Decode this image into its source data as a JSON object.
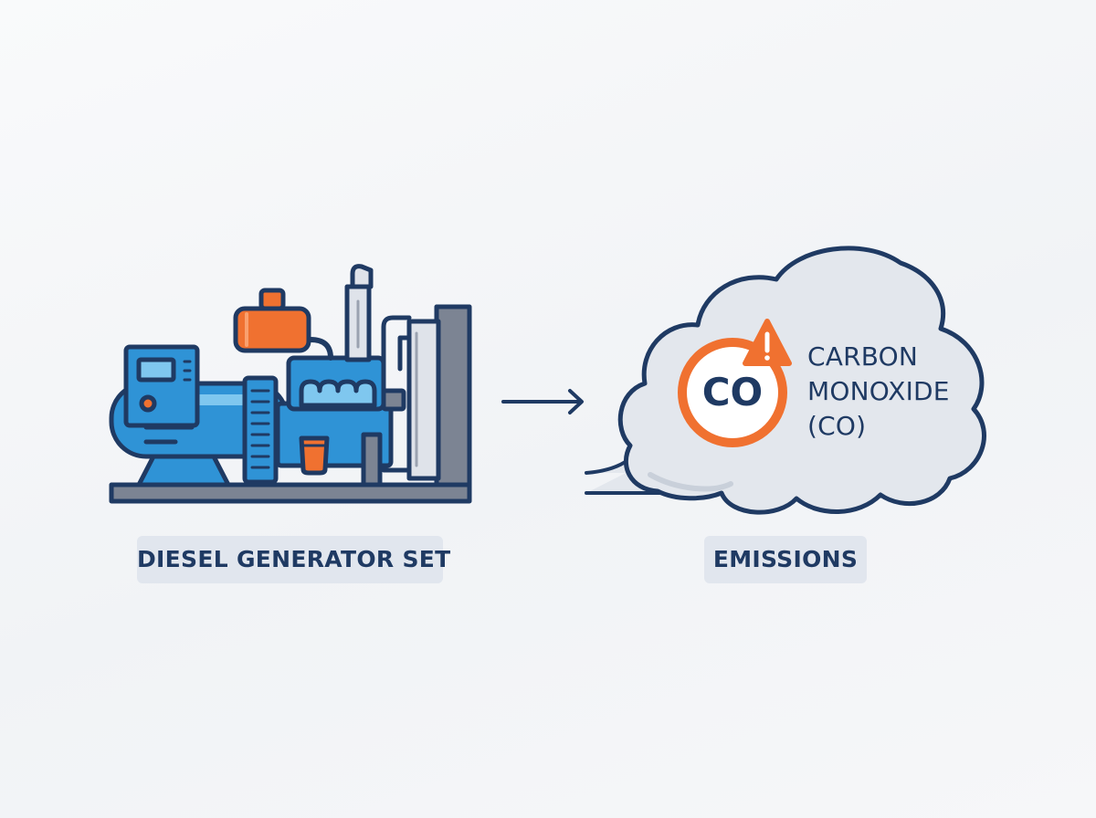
{
  "diagram": {
    "source": {
      "label": "DIESEL GENERATOR SET",
      "icon": "diesel-generator-icon"
    },
    "target": {
      "label": "EMISSIONS",
      "icon": "cloud-icon",
      "badge_text": "CO",
      "badge_icon": "warning-icon",
      "pollutant_lines": [
        "CARBON",
        "MONOXIDE",
        "(CO)"
      ]
    },
    "connector": {
      "icon": "right-arrow-icon"
    }
  },
  "colors": {
    "outline": "#1f3a63",
    "generator_blue": "#2f93d6",
    "accent_orange": "#f07130",
    "frame_gray": "#7c8493",
    "cloud_fill": "#e3e7ed",
    "caption_bg": "#e1e6ee"
  }
}
